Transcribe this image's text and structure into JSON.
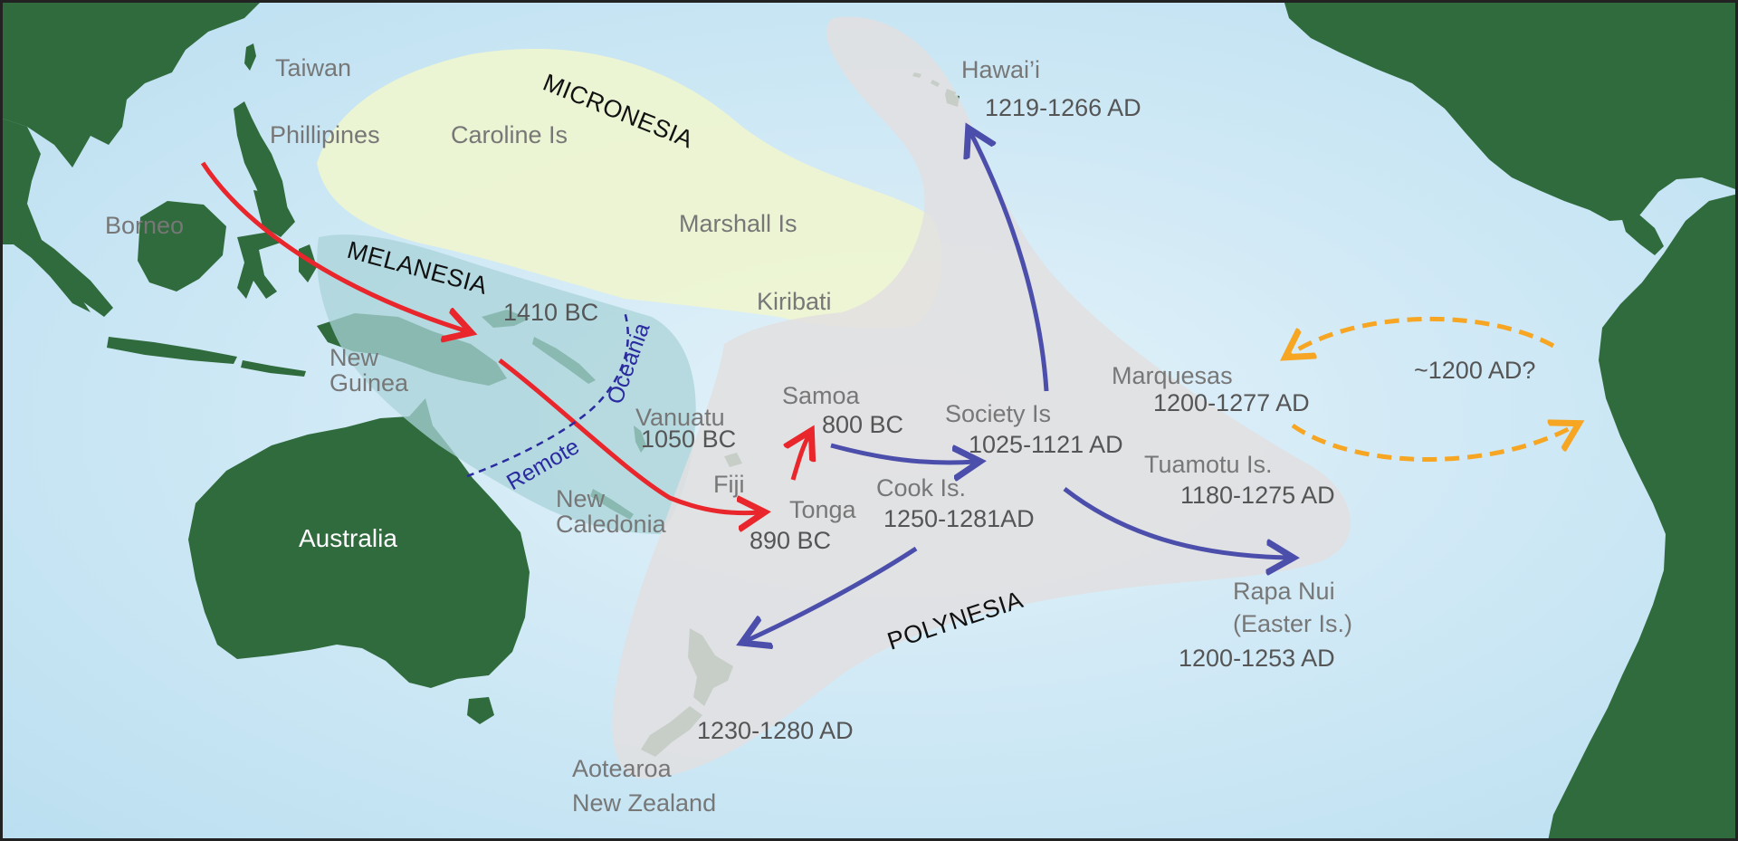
{
  "map": {
    "title": "",
    "colors": {
      "ocean": "#c9e6f4",
      "land": "#2f6b3c",
      "micronesia_region": "#eef5cf",
      "melanesia_region": "#a9d3d8",
      "polynesia_region": "#e2dfe0",
      "early_migration_arrow": "#e8262b",
      "polynesian_expansion_arrow": "#4b4eaa",
      "americas_contact_arrow": "#f6a623",
      "remote_oceania_line": "#2b2ba0"
    },
    "regions": {
      "micronesia": "MICRONESIA",
      "melanesia": "MELANESIA",
      "polynesia": "POLYNESIA",
      "remote_oceania_word1": "Remote",
      "remote_oceania_word2": "Oceania"
    },
    "labels": {
      "taiwan": "Taiwan",
      "phillipines": "Phillipines",
      "borneo": "Borneo",
      "caroline": "Caroline Is",
      "marshall": "Marshall Is",
      "kiribati": "Kiribati",
      "new_guinea_1": "New",
      "new_guinea_2": "Guinea",
      "australia": "Australia",
      "vanuatu": "Vanuatu",
      "new_caledonia_1": "New",
      "new_caledonia_2": "Caledonia",
      "fiji": "Fiji",
      "tonga": "Tonga",
      "samoa": "Samoa",
      "cook": "Cook Is.",
      "society": "Society Is",
      "hawaii": "Hawai’i",
      "marquesas": "Marquesas",
      "tuamotu": "Tuamotu Is.",
      "rapa_nui_1": "Rapa Nui",
      "rapa_nui_2": "(Easter Is.)",
      "aotearoa_1": "Aotearoa",
      "aotearoa_2": "New Zealand"
    },
    "dates": {
      "bismarck": "1410 BC",
      "vanuatu": "1050 BC",
      "tonga": "890 BC",
      "samoa": "800 BC",
      "society": "1025-1121 AD",
      "cook": "1250-1281AD",
      "hawaii": "1219-1266 AD",
      "marquesas": "1200-1277 AD",
      "tuamotu": "1180-1275 AD",
      "rapa_nui": "1200-1253 AD",
      "new_zealand": "1230-1280 AD",
      "americas_contact": "~1200 AD?"
    }
  }
}
